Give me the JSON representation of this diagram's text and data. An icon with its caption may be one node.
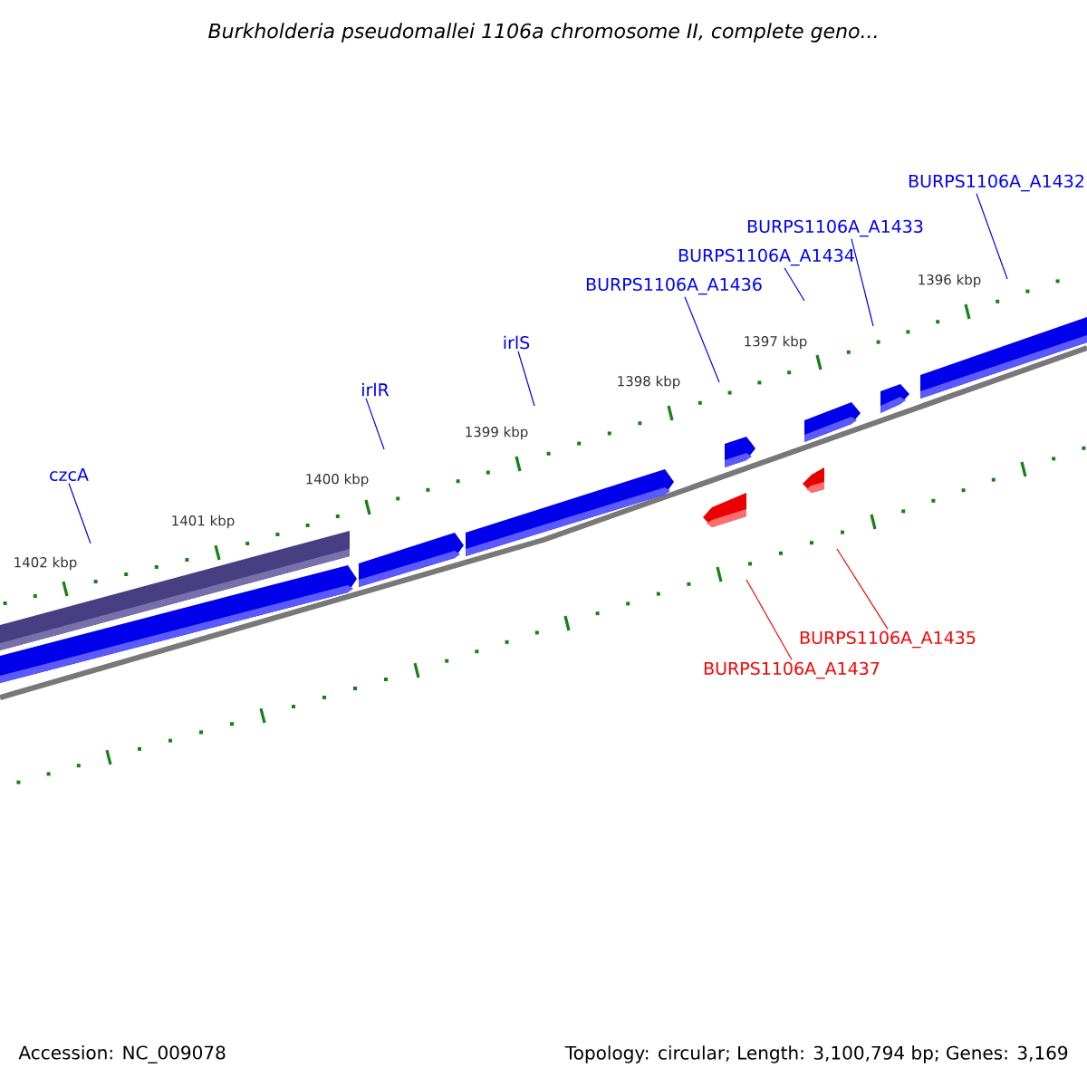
{
  "diagram": {
    "title": "Burkholderia pseudomallei 1106a chromosome II, complete geno...",
    "nodes": [
      {
        "text": [
          "BURPS1106A_A1432"
        ]
      },
      {
        "text": [
          "BURPS1106A_A1433"
        ]
      },
      {
        "text": [
          "BURPS1106A_A1434"
        ]
      },
      {
        "text": [
          "BURPS1106A_A1436"
        ]
      },
      {
        "text": [
          "irlS"
        ]
      },
      {
        "text": [
          "irlR"
        ]
      },
      {
        "text": [
          "czcA"
        ]
      },
      {
        "text": [
          "BURPS1106A_A1435"
        ]
      },
      {
        "text": [
          "BURPS1106A_A1437"
        ]
      }
    ],
    "edges": [
      {
        "from": 0,
        "to": null,
        "arrow": "none"
      },
      {
        "from": 1,
        "to": null,
        "arrow": "none"
      },
      {
        "from": 2,
        "to": null,
        "arrow": "none"
      },
      {
        "from": 3,
        "to": null,
        "arrow": "none"
      },
      {
        "from": 4,
        "to": null,
        "arrow": "none"
      },
      {
        "from": 5,
        "to": null,
        "arrow": "none"
      },
      {
        "from": 6,
        "to": null,
        "arrow": "none"
      },
      {
        "from": 7,
        "to": null,
        "arrow": "none",
        "color": "#ff0000"
      },
      {
        "from": 8,
        "to": null,
        "arrow": "none",
        "color": "#ff0000"
      }
    ],
    "labels": [
      "1396 kbp",
      "1397 kbp",
      "1398 kbp",
      "1399 kbp",
      "1400 kbp",
      "1401 kbp",
      "1402 kbp",
      "Accession: NC_009078",
      "Topology: circular; Length: 3,100,794 bp; Genes: 3,169"
    ]
  }
}
